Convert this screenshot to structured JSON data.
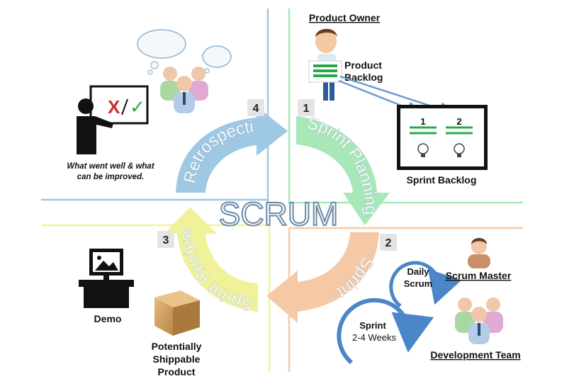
{
  "center_title": "SCRUM",
  "phases": [
    {
      "number": "1",
      "label": "Sprint Planning",
      "color": "#a8e8b8"
    },
    {
      "number": "2",
      "label": "Sprint",
      "color": "#f6c9a6"
    },
    {
      "number": "3",
      "label": "Sprint Review",
      "color": "#f0f29a"
    },
    {
      "number": "4",
      "label": "Retrospective",
      "color": "#9ec8e4"
    }
  ],
  "roles": {
    "product_owner": "Product Owner",
    "product_backlog_line1": "Product",
    "product_backlog_line2": "Backlog",
    "sprint_backlog": "Sprint Backlog",
    "sprint_backlog_cols": [
      "1",
      "2"
    ],
    "scrum_master": "Scrum Master",
    "development_team": "Development Team"
  },
  "cycles": {
    "daily_line1": "Daily",
    "daily_line2": "Scrum",
    "sprint_line1": "Sprint",
    "sprint_line2": "2-4 Weeks"
  },
  "review": {
    "demo": "Demo",
    "product_line1": "Potentially",
    "product_line2": "Shippable",
    "product_line3": "Product"
  },
  "retro": {
    "caption_line1": "What went well & what",
    "caption_line2": "can be improved.",
    "cross_mark": "X",
    "check_mark": "✓"
  }
}
